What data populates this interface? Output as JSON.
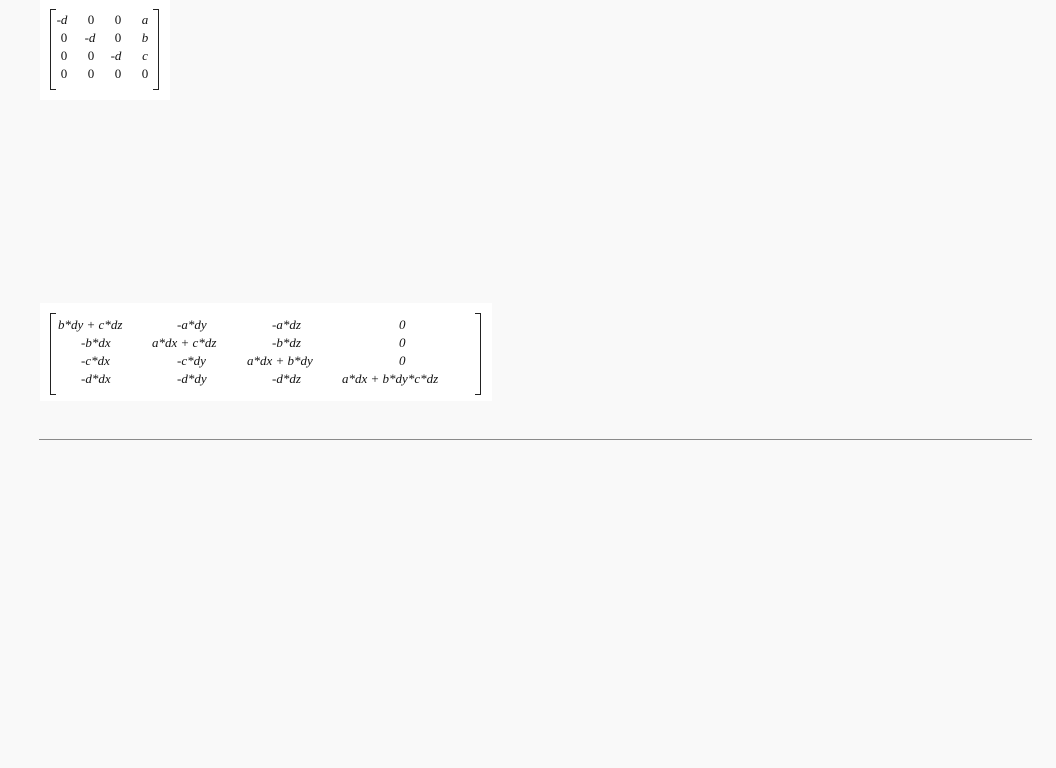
{
  "matrix_1": {
    "rows": [
      [
        "-d",
        "0",
        "0",
        "a"
      ],
      [
        "0",
        "-d",
        "0",
        "b"
      ],
      [
        "0",
        "0",
        "-d",
        "c"
      ],
      [
        "0",
        "0",
        "0",
        "0"
      ]
    ]
  },
  "matrix_2": {
    "rows": [
      [
        "b*dy + c*dz",
        "-a*dy",
        "-a*dz",
        "0"
      ],
      [
        "-b*dx",
        "a*dx + c*dz",
        "-b*dz",
        "0"
      ],
      [
        "-c*dx",
        "-c*dy",
        "a*dx + b*dy",
        "0"
      ],
      [
        "-d*dx",
        "-d*dy",
        "-d*dz",
        "a*dx + b*dy*c*dz"
      ]
    ]
  }
}
